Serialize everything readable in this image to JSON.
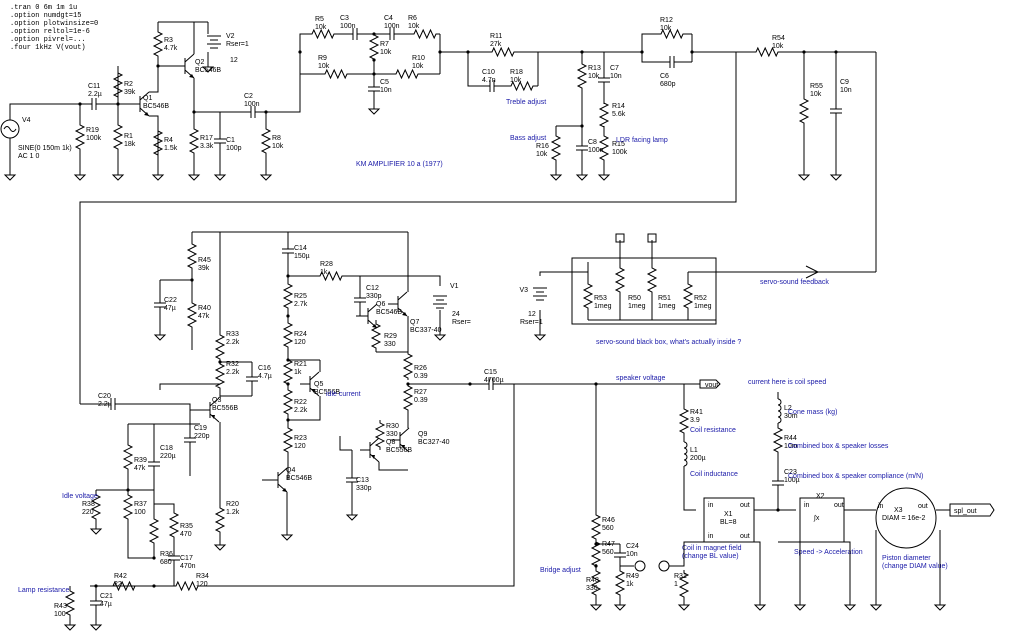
{
  "spice_directives": [
    ".tran 0 6m 1m 1u",
    ".option numdgt=15",
    ".option plotwinsize=0",
    ".option reltol=1e-6",
    ".option pivrel=...",
    ".four 1kHz V(vout)"
  ],
  "source_v4": {
    "name": "V4",
    "value1": "SINE(0 150m 1k)",
    "value2": "AC 1 0"
  },
  "title_label": "KM AMPLIFIER 10 a (1977)",
  "notes": {
    "treble_adjust": "Treble adjust",
    "bass_adjust": "Bass adjust",
    "ldr_lamp": "LDR facing lamp",
    "idle_current": "idle current",
    "idle_voltage": "Idle voltage",
    "lamp_resistance": "Lamp resistance",
    "bridge_adjust": "Bridge adjust",
    "speaker_voltage": "speaker voltage",
    "servo_feedback": "servo-sound feedback",
    "black_box": "servo-sound black box, what's actually inside ?",
    "current_speed": "current here is coil speed",
    "cone_mass": "Cone mass (kg)",
    "box_losses": "Combined box & speaker losses",
    "box_compliance": "Combined box & speaker compliance (m/N)",
    "coil_resistance": "Coil resistance",
    "coil_inductance": "Coil inductance",
    "coil_field": "Coil in magnet field",
    "change_bl": "(change BL value)",
    "speed_accel": "Speed -> Acceleration",
    "piston_diam": "Piston diameter",
    "change_diam": "(change DIAM value)"
  },
  "nets": {
    "vout": "vout",
    "spl_out": "spl_out",
    "in": "in",
    "out": "out",
    "in2": "in",
    "out2": "out",
    "in3": "in",
    "out3": "out"
  },
  "x1": {
    "name": "X1",
    "param": "BL=8"
  },
  "x2": {
    "name": "X2",
    "symbol": "∫x"
  },
  "x3": {
    "name": "X3",
    "param": "DIAM = 16e-2"
  },
  "v1": {
    "name": "V1",
    "value": "24",
    "rser": "Rser="
  },
  "v2": {
    "name": "V2",
    "value": "12",
    "rser": "Rser=1"
  },
  "v3": {
    "name": "V3",
    "value": "12",
    "rser": "Rser=1"
  },
  "components": [
    {
      "id": "R3",
      "value": "4.7k"
    },
    {
      "id": "Q2",
      "value": "BC546B"
    },
    {
      "id": "R2",
      "value": "39k"
    },
    {
      "id": "Q1",
      "value": "BC546B"
    },
    {
      "id": "C11",
      "value": "2.2µ"
    },
    {
      "id": "R19",
      "value": "100k"
    },
    {
      "id": "R1",
      "value": "18k"
    },
    {
      "id": "R4",
      "value": "1.5k"
    },
    {
      "id": "R17",
      "value": "3.3k"
    },
    {
      "id": "C1",
      "value": "100p"
    },
    {
      "id": "C2",
      "value": "100n"
    },
    {
      "id": "R8",
      "value": "10k"
    },
    {
      "id": "R5",
      "value": "10k"
    },
    {
      "id": "C3",
      "value": "100n"
    },
    {
      "id": "C4",
      "value": "100n"
    },
    {
      "id": "R6",
      "value": "10k"
    },
    {
      "id": "R7",
      "value": "10k"
    },
    {
      "id": "R9",
      "value": "10k"
    },
    {
      "id": "C5",
      "value": "10n"
    },
    {
      "id": "R10",
      "value": "10k"
    },
    {
      "id": "R11",
      "value": "27k"
    },
    {
      "id": "C10",
      "value": "4.7n"
    },
    {
      "id": "R18",
      "value": "10k"
    },
    {
      "id": "R12",
      "value": "10k"
    },
    {
      "id": "C6",
      "value": "680p"
    },
    {
      "id": "C7",
      "value": "10n"
    },
    {
      "id": "R13",
      "value": "10k"
    },
    {
      "id": "R14",
      "value": "5.6k"
    },
    {
      "id": "C8",
      "value": "100n"
    },
    {
      "id": "R16",
      "value": "10k"
    },
    {
      "id": "R15",
      "value": "100k"
    },
    {
      "id": "R54",
      "value": "10k"
    },
    {
      "id": "R55",
      "value": "10k"
    },
    {
      "id": "C9",
      "value": "10n"
    },
    {
      "id": "R45",
      "value": "39k"
    },
    {
      "id": "C22",
      "value": "47µ"
    },
    {
      "id": "R40",
      "value": "47k"
    },
    {
      "id": "C14",
      "value": "150µ"
    },
    {
      "id": "R28",
      "value": "1k"
    },
    {
      "id": "C12",
      "value": "330p"
    },
    {
      "id": "R25",
      "value": "2.7k"
    },
    {
      "id": "Q6",
      "value": "BC546B"
    },
    {
      "id": "Q7",
      "value": "BC337-40"
    },
    {
      "id": "R24",
      "value": "120"
    },
    {
      "id": "R29",
      "value": "330"
    },
    {
      "id": "R33",
      "value": "2.2k"
    },
    {
      "id": "C16",
      "value": "4.7µ"
    },
    {
      "id": "R32",
      "value": "2.2k"
    },
    {
      "id": "R21",
      "value": "1k"
    },
    {
      "id": "Q5",
      "value": "BC556B"
    },
    {
      "id": "R22",
      "value": "2.2k"
    },
    {
      "id": "R26",
      "value": "0.39"
    },
    {
      "id": "R27",
      "value": "0.39"
    },
    {
      "id": "C15",
      "value": "4700µ"
    },
    {
      "id": "C20",
      "value": "2.2µ"
    },
    {
      "id": "Q3",
      "value": "BC556B"
    },
    {
      "id": "C19",
      "value": "220p"
    },
    {
      "id": "R23",
      "value": "120"
    },
    {
      "id": "R30",
      "value": "330"
    },
    {
      "id": "Q9",
      "value": "BC327-40"
    },
    {
      "id": "Q8",
      "value": "BC556B"
    },
    {
      "id": "R39",
      "value": "47k"
    },
    {
      "id": "C18",
      "value": "220µ"
    },
    {
      "id": "Q4",
      "value": "BC546B"
    },
    {
      "id": "C13",
      "value": "330p"
    },
    {
      "id": "R38",
      "value": "220"
    },
    {
      "id": "R37",
      "value": "100"
    },
    {
      "id": "R20",
      "value": "1.2k"
    },
    {
      "id": "R35",
      "value": "470"
    },
    {
      "id": "R36",
      "value": "680"
    },
    {
      "id": "C17",
      "value": "470n"
    },
    {
      "id": "R42",
      "value": "22"
    },
    {
      "id": "R34",
      "value": "120"
    },
    {
      "id": "R43",
      "value": "100"
    },
    {
      "id": "C21",
      "value": "47µ"
    },
    {
      "id": "R53",
      "value": "1meg"
    },
    {
      "id": "R50",
      "value": "1meg"
    },
    {
      "id": "R51",
      "value": "1meg"
    },
    {
      "id": "R52",
      "value": "1meg"
    },
    {
      "id": "R41",
      "value": "3.9"
    },
    {
      "id": "L1",
      "value": "200µ"
    },
    {
      "id": "R46",
      "value": "560"
    },
    {
      "id": "R47",
      "value": "560"
    },
    {
      "id": "C24",
      "value": "10n"
    },
    {
      "id": "R48",
      "value": "330"
    },
    {
      "id": "R49",
      "value": "1k"
    },
    {
      "id": "R31",
      "value": "1"
    },
    {
      "id": "L2",
      "value": "30m"
    },
    {
      "id": "R44",
      "value": "10m"
    },
    {
      "id": "C23",
      "value": "100µ"
    }
  ]
}
